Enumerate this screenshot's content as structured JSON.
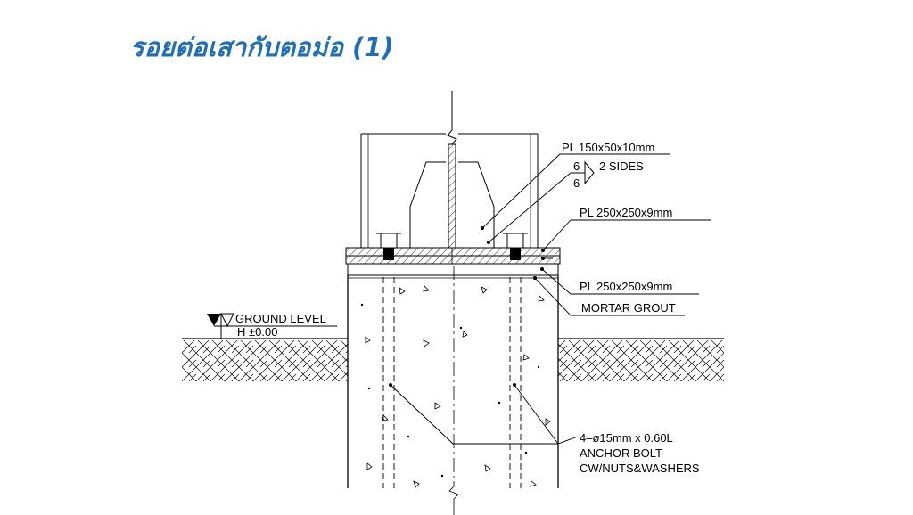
{
  "title": "รอยต่อเสากับตอม่อ (1)",
  "labels": {
    "top_plate": "PL 150x50x10mm",
    "weld_top": "6",
    "weld_bottom": "6",
    "weld_sides": "2 SIDES",
    "base_plate": "PL 250x250x9mm",
    "bottom_plate": "PL 250x250x9mm",
    "grout": "MORTAR GROUT",
    "ground_level": "GROUND LEVEL",
    "ground_height": "H ±0.00",
    "anchor_line1": "4–ø15mm x 0.60L",
    "anchor_line2": "ANCHOR BOLT",
    "anchor_line3": "CW/NUTS&WASHERS"
  },
  "colors": {
    "title": "#1f6fb8",
    "line": "#000000"
  }
}
